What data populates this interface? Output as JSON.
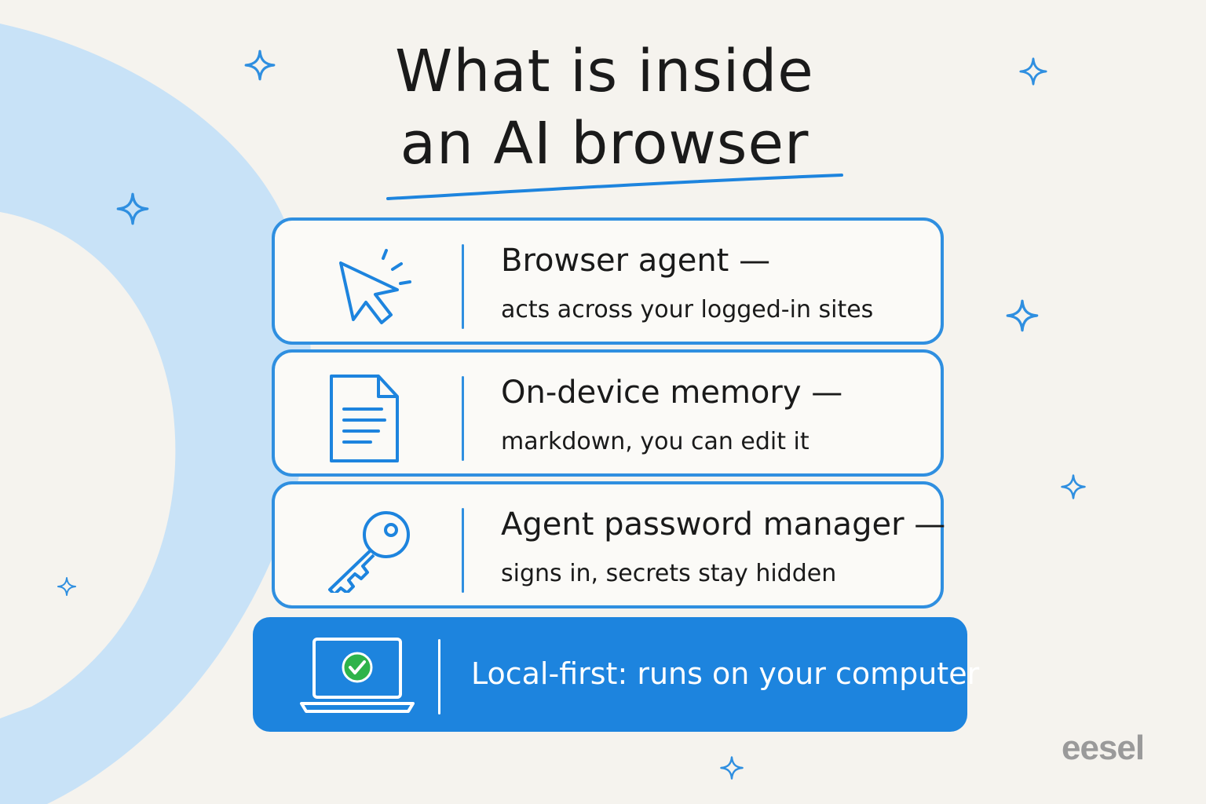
{
  "title": {
    "line1": "What is inside",
    "line2": "an AI browser"
  },
  "colors": {
    "accent": "#1d84de",
    "card_border": "#2f8fe0",
    "background": "#f5f3ee",
    "arc": "#c8e2f7",
    "check_green": "#2eb34a",
    "text": "#1a1a1a",
    "logo": "#9a9a9a"
  },
  "cards": [
    {
      "icon": "cursor-click-icon",
      "heading": "Browser agent —",
      "subtext": "acts across your logged-in sites"
    },
    {
      "icon": "document-icon",
      "heading": "On-device memory —",
      "subtext": "markdown, you can edit it"
    },
    {
      "icon": "key-icon",
      "heading": "Agent password manager —",
      "subtext": "signs in, secrets stay hidden"
    }
  ],
  "highlight": {
    "icon": "laptop-check-icon",
    "text": "Local-first: runs on your computer"
  },
  "logo": "eesel"
}
